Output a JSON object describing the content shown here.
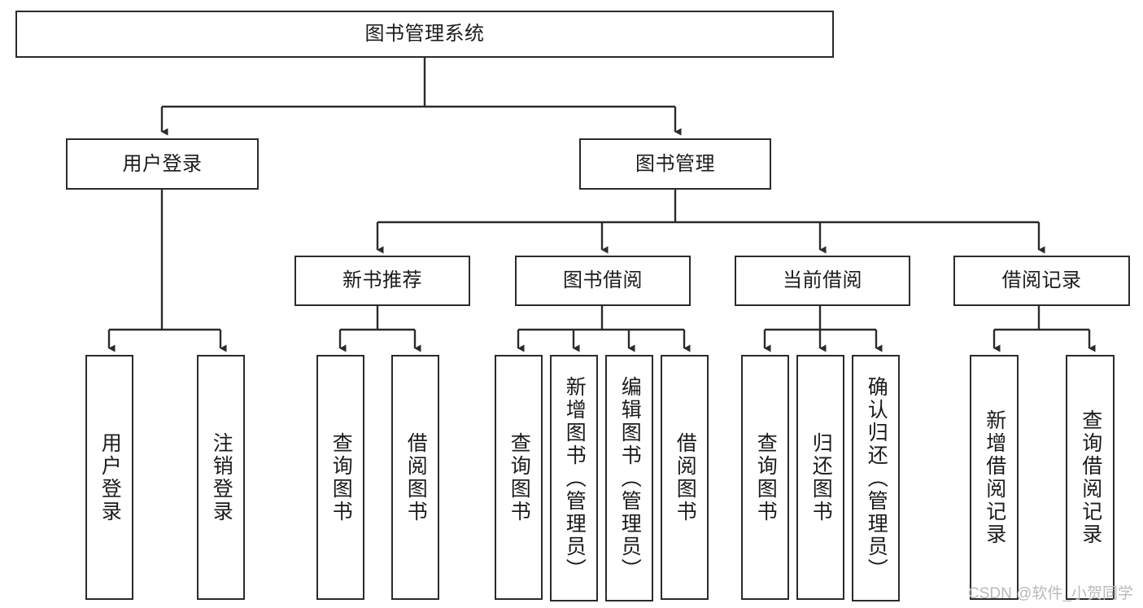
{
  "diagram": {
    "type": "tree-hierarchy-flowchart",
    "title": "图书管理系统",
    "orientation": "top-down",
    "colors": {
      "box_border": "#2b2b2b",
      "box_fill": "#ffffff",
      "connector": "#2b2b2b",
      "text": "#1b1b1b",
      "watermark": "#b9b9b9",
      "background": "#ffffff"
    }
  },
  "nodes": {
    "root": {
      "label": "图书管理系统",
      "level": 0
    },
    "level1": [
      {
        "id": "user-login",
        "label": "用户登录"
      },
      {
        "id": "book-management",
        "label": "图书管理"
      }
    ],
    "level2": [
      {
        "id": "new-book-recommend",
        "label": "新书推荐",
        "parent": "book-management"
      },
      {
        "id": "book-borrow",
        "label": "图书借阅",
        "parent": "book-management"
      },
      {
        "id": "current-borrow",
        "label": "当前借阅",
        "parent": "book-management"
      },
      {
        "id": "borrow-record",
        "label": "借阅记录",
        "parent": "book-management"
      }
    ],
    "leaves": {
      "user-login": [
        {
          "id": "leaf-user-login",
          "label": "用户登录"
        },
        {
          "id": "leaf-logout",
          "label": "注销登录"
        }
      ],
      "new-book-recommend": [
        {
          "id": "leaf-query-book-1",
          "label": "查询图书"
        },
        {
          "id": "leaf-borrow-book-1",
          "label": "借阅图书"
        }
      ],
      "book-borrow": [
        {
          "id": "leaf-query-book-2",
          "label": "查询图书"
        },
        {
          "id": "leaf-add-book",
          "label": "新增图书（管理员）"
        },
        {
          "id": "leaf-edit-book",
          "label": "编辑图书（管理员）"
        },
        {
          "id": "leaf-borrow-book-2",
          "label": "借阅图书"
        }
      ],
      "current-borrow": [
        {
          "id": "leaf-query-book-3",
          "label": "查询图书"
        },
        {
          "id": "leaf-return-book",
          "label": "归还图书"
        },
        {
          "id": "leaf-confirm-return",
          "label": "确认归还（管理员）"
        }
      ],
      "borrow-record": [
        {
          "id": "leaf-add-record",
          "label": "新增借阅记录"
        },
        {
          "id": "leaf-query-record",
          "label": "查询借阅记录"
        }
      ]
    }
  },
  "watermark": {
    "text": "CSDN @软件_小贺同学"
  }
}
